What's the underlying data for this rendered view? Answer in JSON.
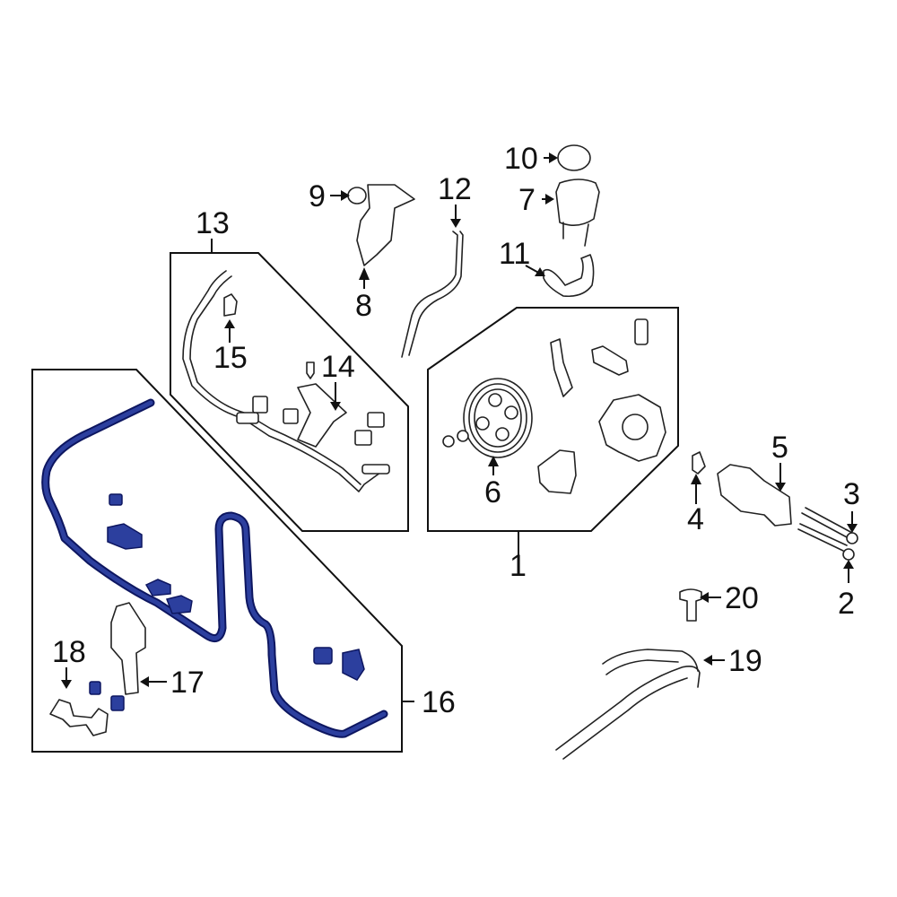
{
  "diagram": {
    "highlight_color": "#2c3f9e",
    "callouts": [
      {
        "id": "c1",
        "label": "1"
      },
      {
        "id": "c2",
        "label": "2"
      },
      {
        "id": "c3",
        "label": "3"
      },
      {
        "id": "c4",
        "label": "4"
      },
      {
        "id": "c5",
        "label": "5"
      },
      {
        "id": "c6",
        "label": "6"
      },
      {
        "id": "c7",
        "label": "7"
      },
      {
        "id": "c8",
        "label": "8"
      },
      {
        "id": "c9",
        "label": "9"
      },
      {
        "id": "c10",
        "label": "10"
      },
      {
        "id": "c11",
        "label": "11"
      },
      {
        "id": "c12",
        "label": "12"
      },
      {
        "id": "c13",
        "label": "13"
      },
      {
        "id": "c14",
        "label": "14"
      },
      {
        "id": "c15",
        "label": "15"
      },
      {
        "id": "c16",
        "label": "16"
      },
      {
        "id": "c17",
        "label": "17"
      },
      {
        "id": "c18",
        "label": "18"
      },
      {
        "id": "c19",
        "label": "19"
      },
      {
        "id": "c20",
        "label": "20"
      }
    ]
  }
}
